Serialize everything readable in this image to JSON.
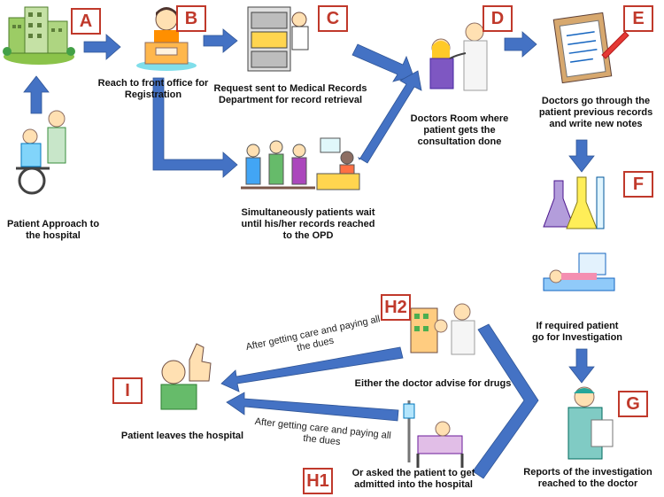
{
  "badges": {
    "a": "A",
    "b": "B",
    "c": "C",
    "d": "D",
    "e": "E",
    "f": "F",
    "g": "G",
    "h1": "H1",
    "h2": "H2",
    "i": "I"
  },
  "steps": {
    "patient_approach": "Patient Approach to the hospital",
    "front_office": "Reach to front office for Registration",
    "records_request": "Request sent to Medical Records Department for record retrieval",
    "wait_records": "Simultaneously patients wait until his/her records reached to the OPD",
    "doctors_room": "Doctors Room where patient gets the consultation done",
    "doctor_notes": "Doctors go through the patient previous records and write new notes",
    "investigation": "If required patient go for Investigation",
    "reports": "Reports of the investigation reached to the doctor",
    "drugs": "Either the doctor advise for drugs",
    "admitted": "Or asked the patient to get admitted into the hospital",
    "leaves": "Patient leaves the hospital"
  },
  "annotations": {
    "paying_top": "After getting care and paying all the dues",
    "paying_bottom": "After getting care and paying all the dues"
  },
  "colors": {
    "arrow": "#4472c4",
    "badge_border": "#c0392b",
    "badge_text": "#c0392b"
  }
}
